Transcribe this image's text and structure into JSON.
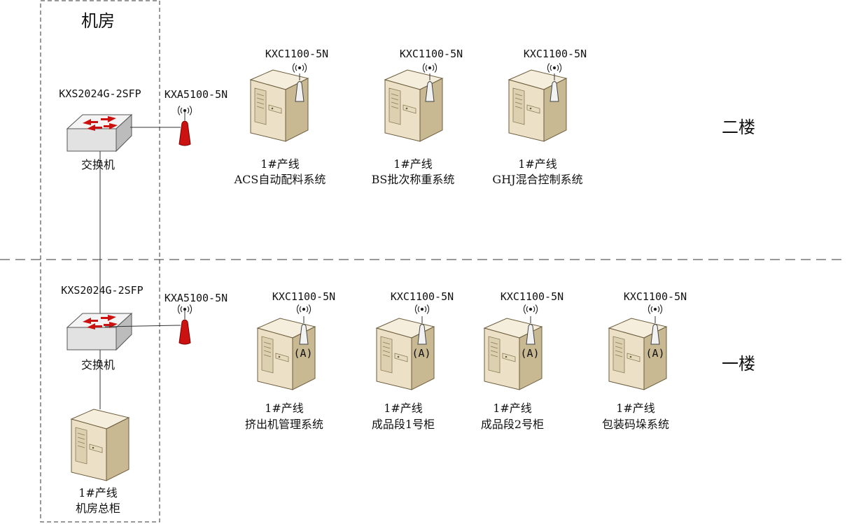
{
  "machine_room": {
    "title": "机房"
  },
  "floors": {
    "floor2": "二楼",
    "floor1": "一楼"
  },
  "floor2": {
    "switch": {
      "model": "KXS2024G-2SFP",
      "name": "交换机"
    },
    "ap": {
      "model": "KXA5100-5N"
    },
    "cabinets": [
      {
        "model": "KXC1100-5N",
        "line": "1#产线",
        "name": "ACS自动配料系统"
      },
      {
        "model": "KXC1100-5N",
        "line": "1#产线",
        "name": "BS批次称重系统"
      },
      {
        "model": "KXC1100-5N",
        "line": "1#产线",
        "name": "GHJ混合控制系统"
      }
    ]
  },
  "floor1": {
    "switch": {
      "model": "KXS2024G-2SFP",
      "name": "交换机"
    },
    "ap": {
      "model": "KXA5100-5N"
    },
    "cabinets": [
      {
        "model": "KXC1100-5N",
        "line": "1#产线",
        "name": "挤出机管理系统",
        "badge": "(A)"
      },
      {
        "model": "KXC1100-5N",
        "line": "1#产线",
        "name": "成品段1号柜",
        "badge": "(A)"
      },
      {
        "model": "KXC1100-5N",
        "line": "1#产线",
        "name": "成品段2号柜",
        "badge": "(A)"
      },
      {
        "model": "KXC1100-5N",
        "line": "1#产线",
        "name": "包装码垛系统",
        "badge": "(A)"
      }
    ],
    "main_cabinet": {
      "line": "1#产线",
      "name": "机房总柜"
    }
  },
  "colors": {
    "switch_top": "#f2f2f2",
    "switch_front": "#e3e3e3",
    "switch_side": "#bdbdbd",
    "arrow": "#cc1111",
    "antenna_red": "#cc1111",
    "cab_front": "#ece1c7",
    "cab_side": "#c9b993",
    "cab_top": "#f5eedc"
  }
}
